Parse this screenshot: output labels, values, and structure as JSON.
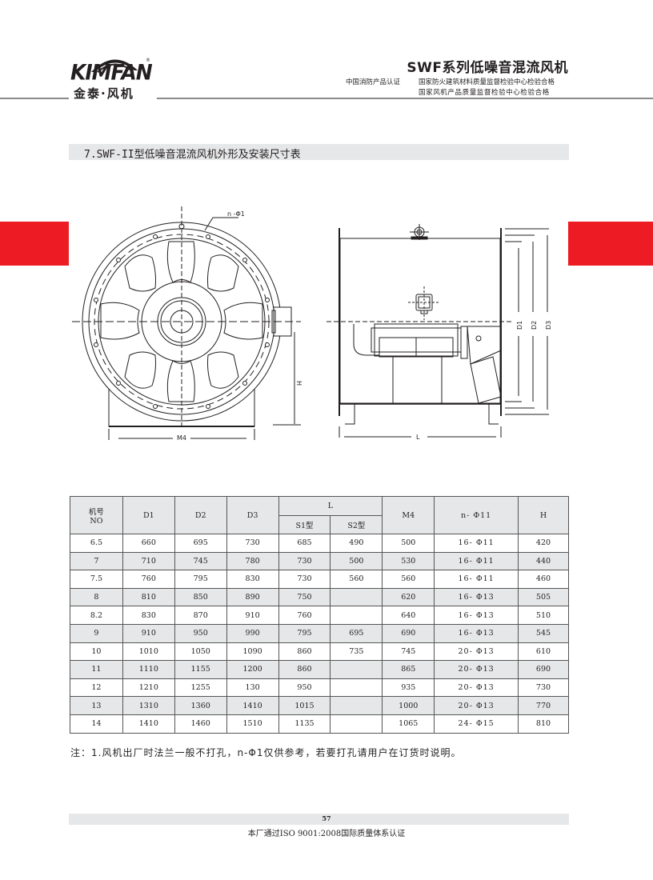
{
  "header": {
    "logo_text": "KIMFAN",
    "logo_registered": "®",
    "logo_cn": "金泰·风机",
    "title": "SWF系列低噪音混流风机",
    "cert_1": "中国消防产品认证",
    "cert_2": "国家防火建筑材料质量监督检验中心检验合格",
    "cert_3": "国家风机产品质量监督检验中心检验合格"
  },
  "section": {
    "title": "7.SWF-II型低噪音混流风机外形及安装尺寸表"
  },
  "drawing": {
    "front_view": {
      "callout": "n -Φ1",
      "dim_width": "M4",
      "dim_height": "H"
    },
    "side_view": {
      "dim_length": "L",
      "dim_d1": "D1",
      "dim_d2": "D2",
      "dim_d3": "D3"
    }
  },
  "table": {
    "headers": {
      "no": "机号",
      "no_sub": "NO",
      "d1": "D1",
      "d2": "D2",
      "d3": "D3",
      "l": "L",
      "s1": "S1型",
      "s2": "S2型",
      "m4": "M4",
      "bolt": "n- Φ11",
      "h": "H"
    },
    "rows": [
      {
        "no": "6.5",
        "d1": "660",
        "d2": "695",
        "d3": "730",
        "s1": "685",
        "s2": "490",
        "m4": "500",
        "bolt": "16- Φ11",
        "h": "420"
      },
      {
        "no": "7",
        "d1": "710",
        "d2": "745",
        "d3": "780",
        "s1": "730",
        "s2": "500",
        "m4": "530",
        "bolt": "16- Φ11",
        "h": "440"
      },
      {
        "no": "7.5",
        "d1": "760",
        "d2": "795",
        "d3": "830",
        "s1": "730",
        "s2": "560",
        "m4": "560",
        "bolt": "16- Φ11",
        "h": "460"
      },
      {
        "no": "8",
        "d1": "810",
        "d2": "850",
        "d3": "890",
        "s1": "750",
        "s2": "",
        "m4": "620",
        "bolt": "16- Φ13",
        "h": "505"
      },
      {
        "no": "8.2",
        "d1": "830",
        "d2": "870",
        "d3": "910",
        "s1": "760",
        "s2": "",
        "m4": "640",
        "bolt": "16- Φ13",
        "h": "510"
      },
      {
        "no": "9",
        "d1": "910",
        "d2": "950",
        "d3": "990",
        "s1": "795",
        "s2": "695",
        "m4": "690",
        "bolt": "16- Φ13",
        "h": "545"
      },
      {
        "no": "10",
        "d1": "1010",
        "d2": "1050",
        "d3": "1090",
        "s1": "860",
        "s2": "735",
        "m4": "745",
        "bolt": "20- Φ13",
        "h": "610"
      },
      {
        "no": "11",
        "d1": "1110",
        "d2": "1155",
        "d3": "1200",
        "s1": "860",
        "s2": "",
        "m4": "865",
        "bolt": "20- Φ13",
        "h": "690"
      },
      {
        "no": "12",
        "d1": "1210",
        "d2": "1255",
        "d3": "130",
        "s1": "950",
        "s2": "",
        "m4": "935",
        "bolt": "20- Φ13",
        "h": "730"
      },
      {
        "no": "13",
        "d1": "1310",
        "d2": "1360",
        "d3": "1410",
        "s1": "1015",
        "s2": "",
        "m4": "1000",
        "bolt": "20- Φ13",
        "h": "770"
      },
      {
        "no": "14",
        "d1": "1410",
        "d2": "1460",
        "d3": "1510",
        "s1": "1135",
        "s2": "",
        "m4": "1065",
        "bolt": "24- Φ15",
        "h": "810"
      }
    ]
  },
  "note": "注：1.风机出厂时法兰一般不打孔，n-Φ1仅供参考，若要打孔请用户在订货时说明。",
  "footer": {
    "page_number": "57",
    "text": "本厂通过ISO 9001:2008国际质量体系认证"
  },
  "colors": {
    "accent_red": "#ed1c24",
    "band_gray": "#e6e7e8",
    "text": "#231f20"
  }
}
